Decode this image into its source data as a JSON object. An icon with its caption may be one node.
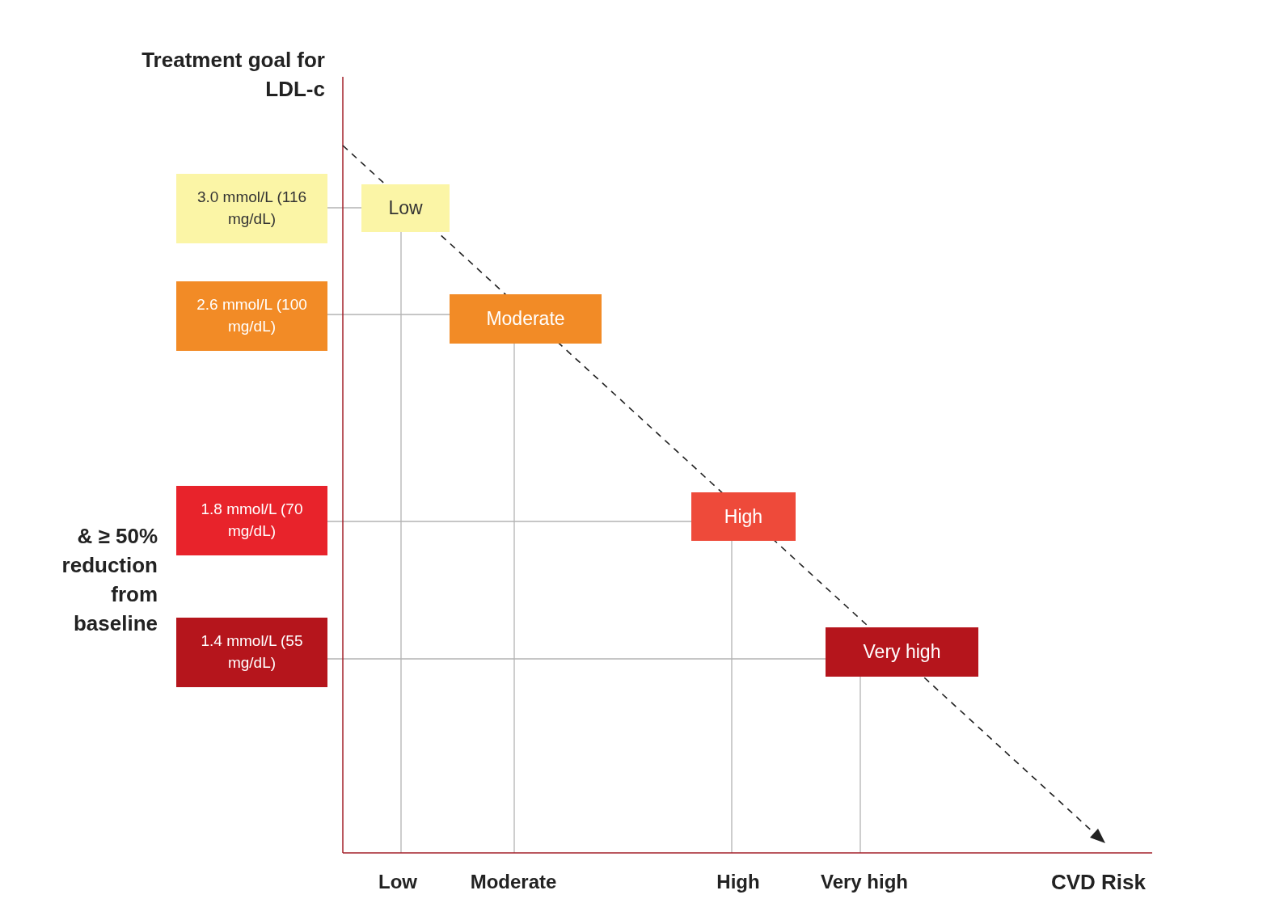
{
  "diagram": {
    "nodes": [
      {
        "text": [
          "3.0 mmol/L (116 mg/dL)"
        ]
      },
      {
        "text": [
          "2.6 mmol/L (100 mg/dL)"
        ]
      },
      {
        "text": [
          "1.8 mmol/L (70 mg/dL)"
        ]
      },
      {
        "text": [
          "1.4 mmol/L (55 mg/dL)"
        ]
      },
      {
        "text": [
          "Low"
        ]
      },
      {
        "text": [
          "Moderate"
        ]
      },
      {
        "text": [
          "High"
        ]
      },
      {
        "text": [
          "Very high"
        ]
      }
    ],
    "edges": [
      {
        "from": 0,
        "to": 4,
        "arrow": "none"
      },
      {
        "from": 1,
        "to": 5,
        "arrow": "none"
      },
      {
        "from": 2,
        "to": 6,
        "arrow": "none"
      },
      {
        "from": 3,
        "to": 7,
        "arrow": "none"
      },
      {
        "from": 4,
        "to": null,
        "arrow": "none"
      },
      {
        "from": 5,
        "to": null,
        "arrow": "none"
      },
      {
        "from": 6,
        "to": null,
        "arrow": "none"
      },
      {
        "from": 7,
        "to": null,
        "arrow": "none"
      }
    ],
    "labels": [
      "Treatment goal for LDL-c",
      "& ≥ 50% reduction from baseline",
      "Low",
      "Moderate",
      "High",
      "Very high",
      "CVD Risk"
    ]
  }
}
